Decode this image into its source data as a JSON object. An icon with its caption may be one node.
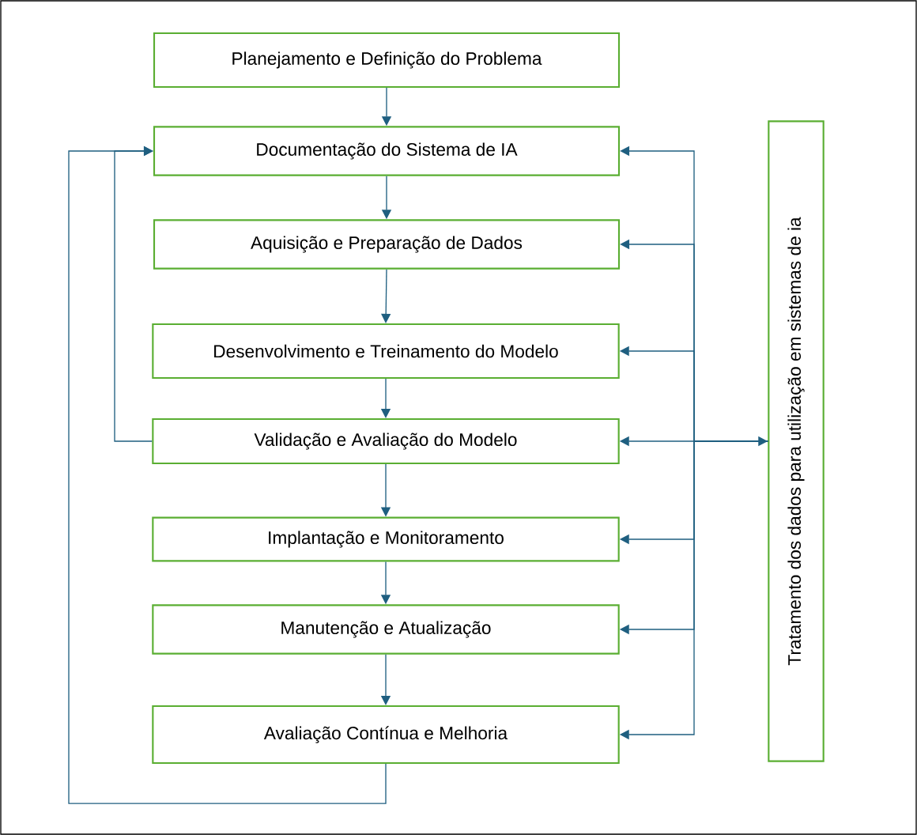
{
  "diagram": {
    "nodes": [
      {
        "text": [
          "Planejamento e Definição do Problema"
        ]
      },
      {
        "text": [
          "Documentação do Sistema de IA"
        ]
      },
      {
        "text": [
          "Aquisição e Preparação de Dados"
        ]
      },
      {
        "text": [
          "Desenvolvimento e Treinamento do Modelo"
        ]
      },
      {
        "text": [
          "Validação e Avaliação do Modelo"
        ]
      },
      {
        "text": [
          "Implantação e Monitoramento"
        ]
      },
      {
        "text": [
          "Manutenção e Atualização"
        ]
      },
      {
        "text": [
          "Avaliação Contínua e Melhoria"
        ]
      },
      {
        "text": [
          "Tratamento dos dados para utilização em sistemas de ia"
        ]
      }
    ],
    "edges": [
      {
        "from": 0,
        "to": 1,
        "arrow": "to"
      },
      {
        "from": 1,
        "to": 2,
        "arrow": "to"
      },
      {
        "from": 2,
        "to": 3,
        "arrow": "to"
      },
      {
        "from": 3,
        "to": 4,
        "arrow": "to"
      },
      {
        "from": 4,
        "to": 5,
        "arrow": "to"
      },
      {
        "from": 5,
        "to": 6,
        "arrow": "to"
      },
      {
        "from": 6,
        "to": 7,
        "arrow": "to"
      },
      {
        "from": 4,
        "to": 1,
        "arrow": "to"
      },
      {
        "from": 7,
        "to": 1,
        "arrow": "to"
      },
      {
        "from": 8,
        "to": 1,
        "arrow": "to"
      },
      {
        "from": 8,
        "to": 2,
        "arrow": "to"
      },
      {
        "from": 8,
        "to": 3,
        "arrow": "to"
      },
      {
        "from": 8,
        "to": 4,
        "arrow": "both"
      },
      {
        "from": 8,
        "to": 5,
        "arrow": "to"
      },
      {
        "from": 8,
        "to": 6,
        "arrow": "to"
      },
      {
        "from": 8,
        "to": 7,
        "arrow": "to"
      }
    ]
  }
}
